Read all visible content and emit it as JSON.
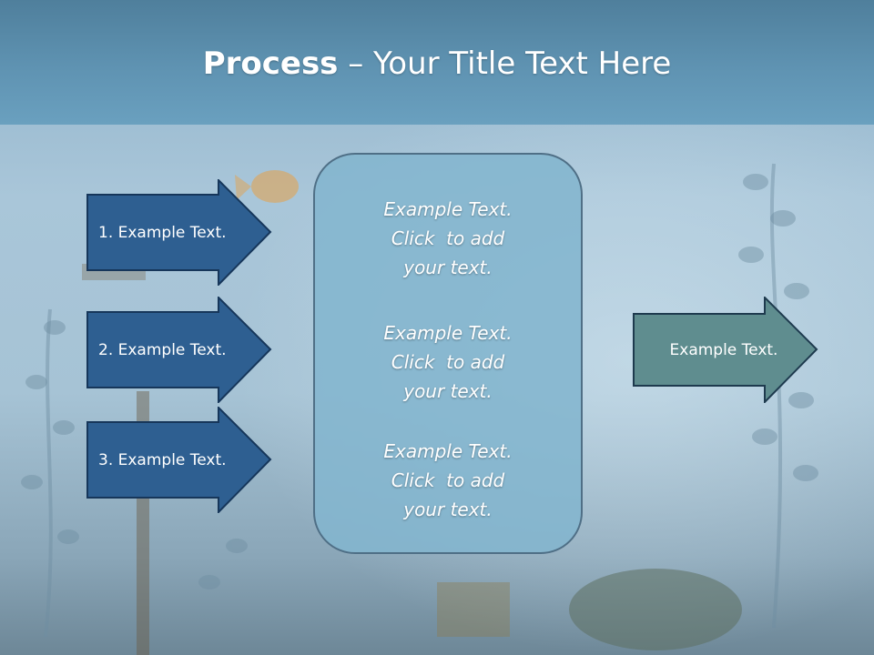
{
  "slide": {
    "title_bold": "Process",
    "title_rest": " – Your Title Text Here"
  },
  "left_arrows": [
    {
      "label": "1. Example Text."
    },
    {
      "label": "2. Example Text."
    },
    {
      "label": "3. Example Text."
    }
  ],
  "center_box": {
    "blocks": [
      {
        "line1": "Example Text.",
        "line2": "Click  to add",
        "line3": "your text."
      },
      {
        "line1": "Example Text.",
        "line2": "Click  to add",
        "line3": "your text."
      },
      {
        "line1": "Example Text.",
        "line2": "Click  to add",
        "line3": "your text."
      }
    ]
  },
  "right_arrow": {
    "label": "Example Text."
  },
  "colors": {
    "left_arrow_fill": "#2e5f91",
    "left_arrow_border": "#16365a",
    "right_arrow_fill": "#5f8d8f",
    "right_arrow_border": "#1e3a4e",
    "header": "#5f93b2",
    "center_box_fill": "#83b5ce"
  }
}
